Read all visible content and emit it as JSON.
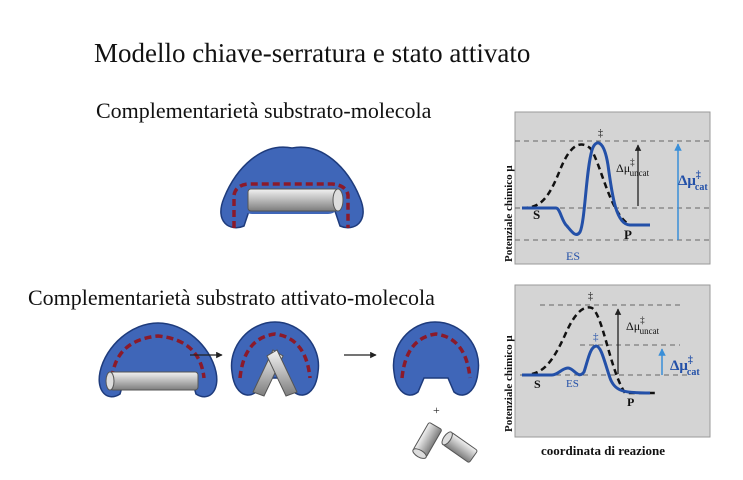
{
  "title": "Modello chiave-serratura e stato attivato",
  "panel_top": {
    "heading": "Complementarietà substrato-molecola",
    "graph": {
      "ylabel": "Potenziale chimico μ",
      "ts_symbol": "‡",
      "label_s": "S",
      "label_es": "ES",
      "label_p": "P",
      "uncat_delta": "Δμ",
      "uncat_sup": "‡",
      "uncat_sub": "uncat",
      "cat_delta": "Δμ",
      "cat_sup": "‡",
      "cat_sub": "cat"
    }
  },
  "panel_bottom": {
    "heading": "Complementarietà substrato attivato-molecola",
    "graph": {
      "ylabel": "Potenziale chimico μ",
      "ts_symbol_uncat": "‡",
      "ts_symbol_cat": "‡",
      "label_s": "S",
      "label_es": "ES",
      "label_p": "P",
      "uncat_delta": "Δμ",
      "uncat_sup": "‡",
      "uncat_sub": "uncat",
      "cat_delta": "Δμ",
      "cat_sup": "‡",
      "cat_sub": "cat",
      "xlabel": "coordinata di reazione"
    },
    "plus_sign": "+"
  },
  "colors": {
    "enzyme_blue": "#3f66b8",
    "enzyme_outline": "#1e3b7c",
    "site_red": "#8b1a2a",
    "catalyzed_curve": "#2350a8",
    "uncatalyzed_curve": "#111111",
    "arrow_cat": "#3a8fd8",
    "graph_bg": "#d4d4d4"
  }
}
